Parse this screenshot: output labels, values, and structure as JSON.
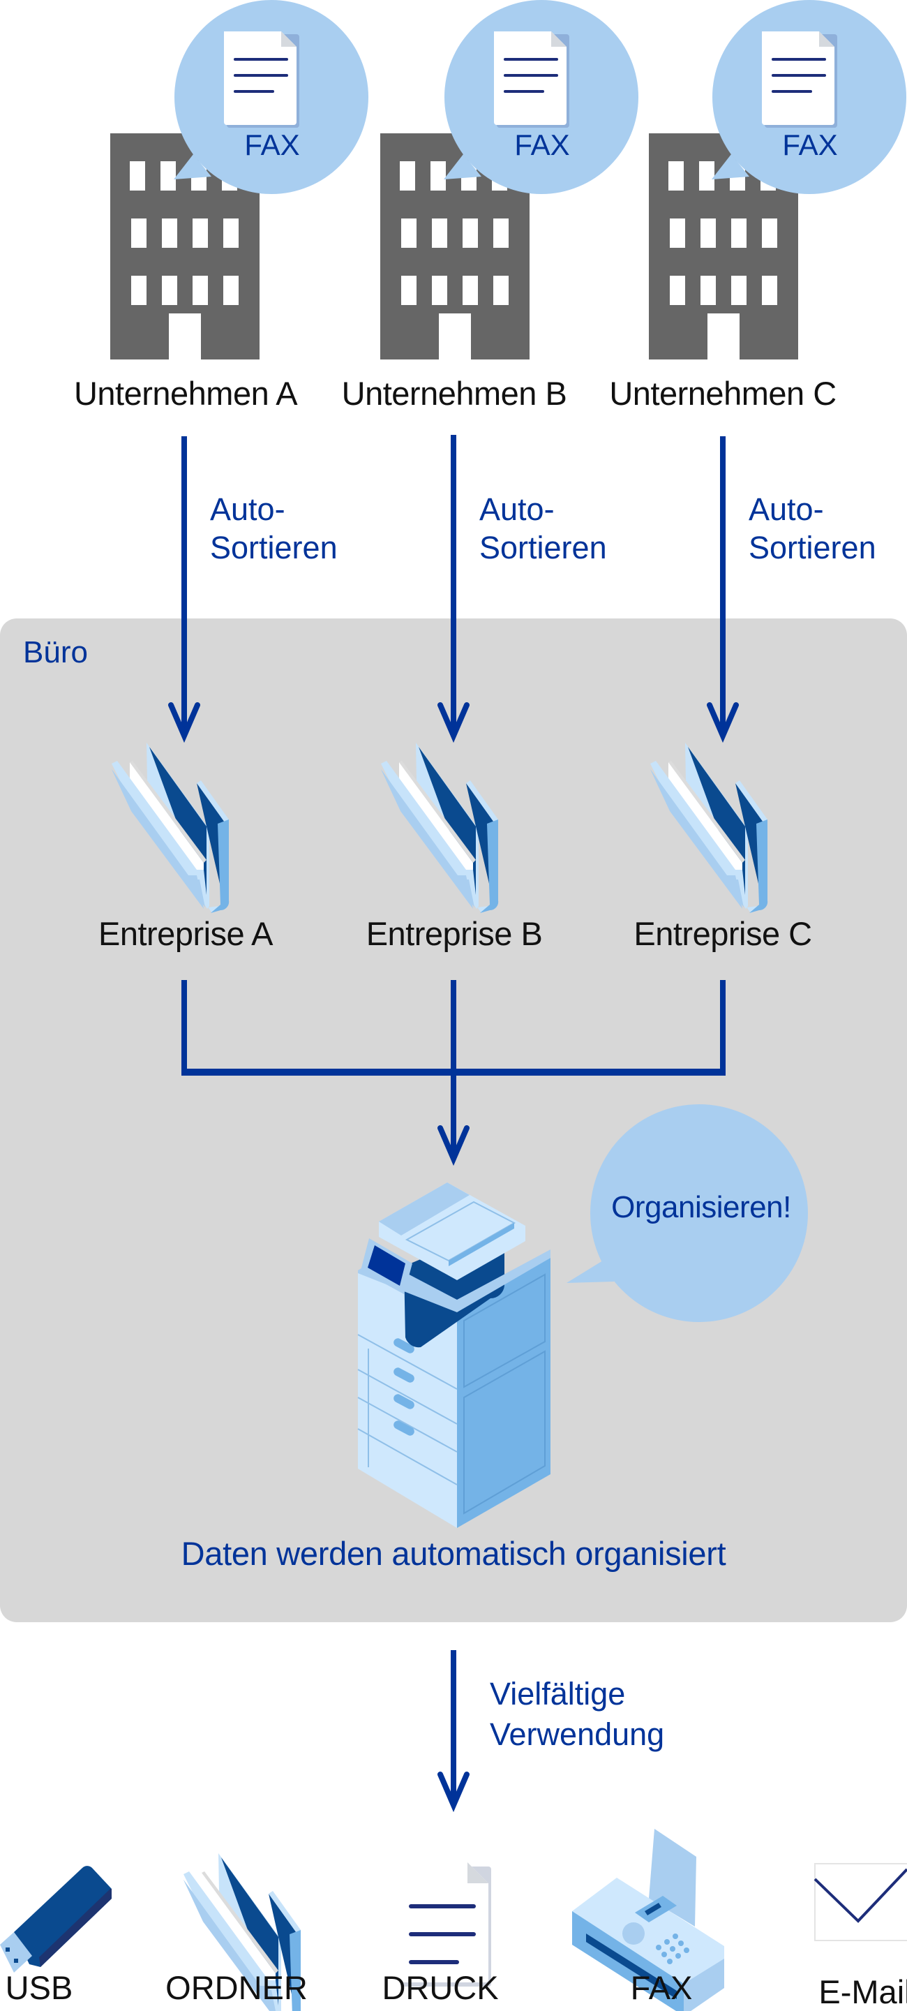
{
  "colors": {
    "accent_blue": "#003399",
    "bubble_blue": "#a9cef0",
    "building_gray": "#666666",
    "panel_gray": "#d7d7d7",
    "folder_light": "#a9cef0",
    "folder_dark": "#0a4a8f",
    "label_black": "#111111"
  },
  "senders": [
    {
      "label": "Unternehmen A",
      "bubble_text": "FAX",
      "icon": "building-icon"
    },
    {
      "label": "Unternehmen B",
      "bubble_text": "FAX",
      "icon": "building-icon"
    },
    {
      "label": "Unternehmen C",
      "bubble_text": "FAX",
      "icon": "building-icon"
    }
  ],
  "sort_arrows": [
    {
      "line1": "Auto-",
      "line2": "Sortieren"
    },
    {
      "line1": "Auto-",
      "line2": "Sortieren"
    },
    {
      "line1": "Auto-",
      "line2": "Sortieren"
    }
  ],
  "office": {
    "title": "Büro",
    "folders": [
      {
        "label": "Entreprise A",
        "icon": "folder-icon"
      },
      {
        "label": "Entreprise B",
        "icon": "folder-icon"
      },
      {
        "label": "Entreprise C",
        "icon": "folder-icon"
      }
    ],
    "device_icon": "multifunction-printer-icon",
    "speech_bubble": "Organisieren!",
    "caption": "Daten werden automatisch organisiert"
  },
  "output_arrow": {
    "line1": "Vielfältige",
    "line2": "Verwendung"
  },
  "outputs": [
    {
      "label": "USB",
      "icon": "usb-stick-icon"
    },
    {
      "label": "ORDNER",
      "icon": "folder-icon"
    },
    {
      "label": "DRUCK",
      "icon": "document-icon"
    },
    {
      "label": "FAX",
      "icon": "fax-machine-icon"
    },
    {
      "label": "E-Mail",
      "icon": "envelope-icon"
    }
  ]
}
